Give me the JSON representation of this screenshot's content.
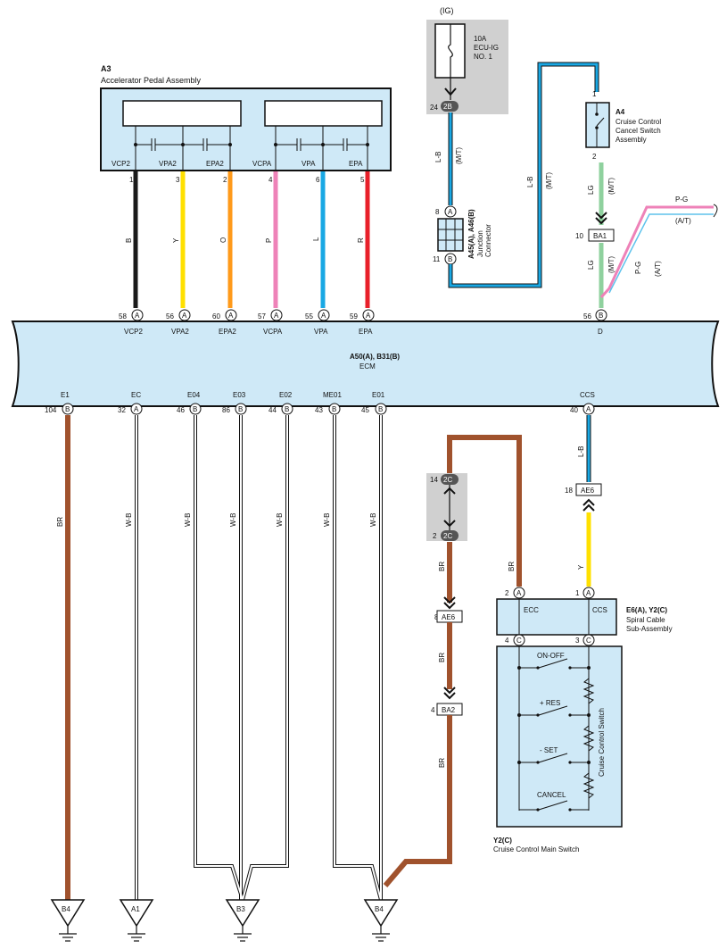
{
  "colors": {
    "black": "#1a1a1a",
    "yellow": "#ffe000",
    "orange": "#ff9a1a",
    "pink": "#ee82b8",
    "blue": "#19a8e4",
    "red": "#e8202a",
    "brown": "#a0522d",
    "green": "#8fd19e",
    "panel": "#cfe9f7",
    "gray": "#d0d0d0"
  },
  "a3": {
    "code": "A3",
    "name": "Accelerator Pedal Assembly",
    "terminals": [
      {
        "label": "VCP2",
        "pin": "1",
        "wire": "B",
        "color": "black"
      },
      {
        "label": "VPA2",
        "pin": "3",
        "wire": "Y",
        "color": "yellow"
      },
      {
        "label": "EPA2",
        "pin": "2",
        "wire": "O",
        "color": "orange"
      },
      {
        "label": "VCPA",
        "pin": "4",
        "wire": "P",
        "color": "pink"
      },
      {
        "label": "VPA",
        "pin": "6",
        "wire": "L",
        "color": "blue"
      },
      {
        "label": "EPA",
        "pin": "5",
        "wire": "R",
        "color": "red"
      }
    ]
  },
  "ig": {
    "label": "(IG)",
    "fuse": [
      "10A",
      "ECU-IG",
      "NO. 1"
    ],
    "pin": "24",
    "connector": "2B",
    "wire": "L-B",
    "note": "(M/T)"
  },
  "junction": {
    "code": "A45(A), A46(B)",
    "name": [
      "Junction",
      "Connector"
    ],
    "pin_top": "8",
    "conn_top": "A",
    "pin_bottom": "11",
    "conn_bottom": "B",
    "wire": "L-B",
    "note": "(M/T)"
  },
  "a4": {
    "code": "A4",
    "name": [
      "Cruise Control",
      "Cancel Switch",
      "Assembly"
    ],
    "pin_top": "1",
    "pin_bottom": "2",
    "wire": "LG",
    "note": "(M/T)",
    "ba1_pin": "10",
    "ba1": "BA1",
    "wire2": "LG",
    "note2": "(M/T)"
  },
  "pg": {
    "wire": "P-G",
    "note": "(A/T)",
    "wire2": "P-G",
    "note2": "(A/T)"
  },
  "ecm": {
    "code": "A50(A), B31(B)",
    "name": "ECM",
    "top_pins": [
      {
        "pin": "58",
        "conn": "A",
        "label": "VCP2"
      },
      {
        "pin": "56",
        "conn": "A",
        "label": "VPA2"
      },
      {
        "pin": "60",
        "conn": "A",
        "label": "EPA2"
      },
      {
        "pin": "57",
        "conn": "A",
        "label": "VCPA"
      },
      {
        "pin": "55",
        "conn": "A",
        "label": "VPA"
      },
      {
        "pin": "59",
        "conn": "A",
        "label": "EPA"
      },
      {
        "pin": "56",
        "conn": "B",
        "label": "D"
      }
    ],
    "bottom_pins": [
      {
        "pin": "104",
        "conn": "B",
        "label": "E1"
      },
      {
        "pin": "32",
        "conn": "A",
        "label": "EC"
      },
      {
        "pin": "46",
        "conn": "B",
        "label": "E04"
      },
      {
        "pin": "86",
        "conn": "B",
        "label": "E03"
      },
      {
        "pin": "44",
        "conn": "B",
        "label": "E02"
      },
      {
        "pin": "43",
        "conn": "B",
        "label": "ME01"
      },
      {
        "pin": "45",
        "conn": "B",
        "label": "E01"
      },
      {
        "pin": "40",
        "conn": "A",
        "label": "CCS"
      }
    ]
  },
  "grounds": {
    "wires": [
      "BR",
      "W-B",
      "W-B",
      "W-B",
      "W-B",
      "W-B",
      "W-B"
    ],
    "labels": [
      "B4",
      "A1",
      "B3",
      "B4"
    ]
  },
  "ccs_wire": {
    "wire": "L-B",
    "pin": "18",
    "conn": "AE6",
    "wire2": "Y"
  },
  "br_path": {
    "pin1": "14",
    "conn1": "2C",
    "pin2": "2",
    "conn2": "2C",
    "wire1": "BR",
    "wire2": "BR",
    "pin3": "8",
    "conn3": "AE6",
    "wire3": "BR",
    "pin4": "4",
    "conn4": "BA2",
    "wire4": "BR"
  },
  "spiral": {
    "code": "E6(A), Y2(C)",
    "name": [
      "Spiral Cable",
      "Sub-Assembly"
    ],
    "pins_top": [
      {
        "pin": "2",
        "conn": "A",
        "label": "ECC"
      },
      {
        "pin": "1",
        "conn": "A",
        "label": "CCS"
      }
    ],
    "pins_bottom": [
      {
        "pin": "4",
        "conn": "C"
      },
      {
        "pin": "3",
        "conn": "C"
      }
    ],
    "in_wire": "BR"
  },
  "main_switch": {
    "code": "Y2(C)",
    "name": "Cruise Control Main Switch",
    "switches": [
      "ON-OFF",
      "+ RES",
      "- SET",
      "CANCEL"
    ],
    "side_label": "Cruise Control Switch"
  }
}
